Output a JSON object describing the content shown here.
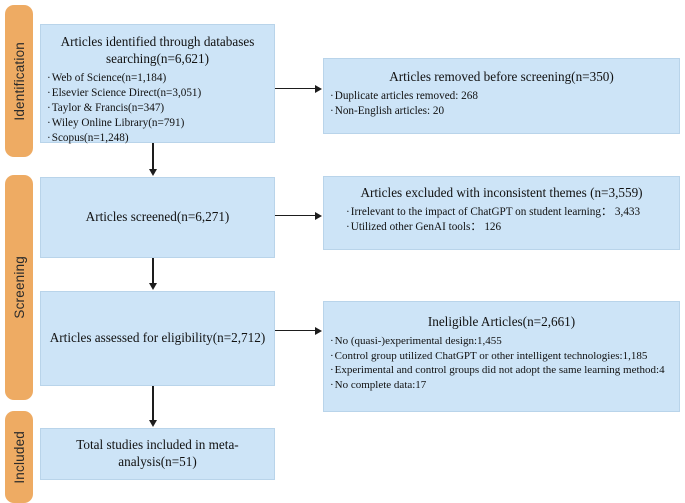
{
  "diagram": {
    "title": "PRISMA study selection flow diagram",
    "colors": {
      "stage_tab": "#eeab63",
      "box_fill": "#cde4f7",
      "box_border": "#b9d4ea",
      "connector": "#1d1d1d",
      "background": "#ffffff"
    }
  },
  "stages": [
    {
      "id": "identification",
      "label": "Identification"
    },
    {
      "id": "screening",
      "label": "Screening"
    },
    {
      "id": "included",
      "label": "Included"
    }
  ],
  "main_flow": [
    {
      "id": "identified",
      "title": "Articles identified through databases searching(n=6,621)",
      "bullets": [
        "Web of Science(n=1,184)",
        "Elsevier Science Direct(n=3,051)",
        "Taylor & Francis(n=347)",
        "Wiley Online Library(n=791)",
        "Scopus(n=1,248)"
      ]
    },
    {
      "id": "screened",
      "title": "Articles screened(n=6,271)",
      "bullets": []
    },
    {
      "id": "assessed",
      "title": "Articles assessed for eligibility(n=2,712)",
      "bullets": []
    },
    {
      "id": "included_total",
      "title": "Total studies included in meta-analysis(n=51)",
      "bullets": []
    }
  ],
  "exclusions": [
    {
      "id": "removed_before_screening",
      "title": "Articles removed before screening(n=350)",
      "bullets": [
        "Duplicate articles removed: 268",
        "Non-English articles: 20"
      ]
    },
    {
      "id": "excluded_inconsistent_themes",
      "title": "Articles excluded with inconsistent themes (n=3,559)",
      "bullets": [
        "Irrelevant to the impact of ChatGPT on student learning： 3,433",
        "Utilized other GenAI tools： 126"
      ]
    },
    {
      "id": "ineligible_articles",
      "title": "Ineligible Articles(n=2,661)",
      "bullets": [
        "No (quasi-)experimental design:1,455",
        "Control group utilized ChatGPT or other intelligent technologies:1,185",
        "Experimental and control groups did not adopt the same learning method:4",
        "No complete data:17"
      ]
    }
  ]
}
